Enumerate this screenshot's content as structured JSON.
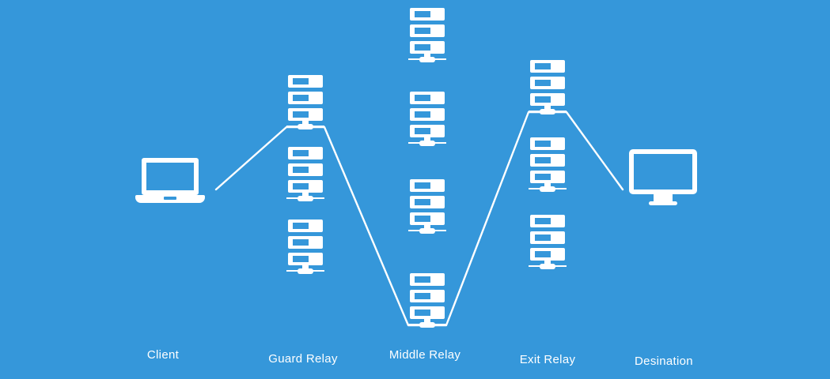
{
  "diagram": {
    "type": "network-relay-diagram",
    "colors": {
      "background": "#3597da",
      "foreground": "#ffffff"
    },
    "columns": [
      {
        "id": "client",
        "label": "Client",
        "icon": "laptop-icon",
        "node_count": 1
      },
      {
        "id": "guard-relay",
        "label": "Guard Relay",
        "icon": "server-icon",
        "node_count": 3
      },
      {
        "id": "middle-relay",
        "label": "Middle Relay",
        "icon": "server-icon",
        "node_count": 4
      },
      {
        "id": "exit-relay",
        "label": "Exit Relay",
        "icon": "server-icon",
        "node_count": 3
      },
      {
        "id": "destination",
        "label": "Desination",
        "icon": "monitor-icon",
        "node_count": 1
      }
    ],
    "connections": [
      {
        "from": "client",
        "to": "guard-relay-1"
      },
      {
        "from": "guard-relay-1",
        "to": "middle-relay-4"
      },
      {
        "from": "middle-relay-4",
        "to": "exit-relay-1"
      },
      {
        "from": "exit-relay-1",
        "to": "destination"
      }
    ]
  }
}
